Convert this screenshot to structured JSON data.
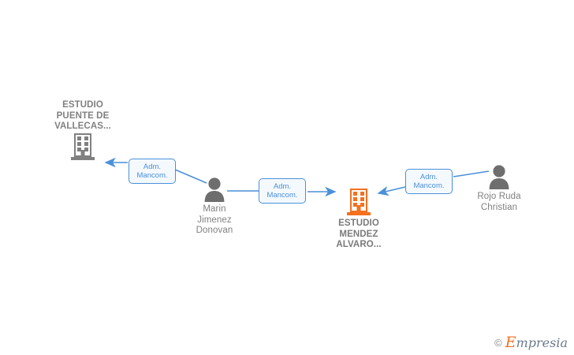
{
  "diagram": {
    "type": "corporate-relationship-graph",
    "background_color": "#ffffff",
    "accent_color": "#4a90d9",
    "focus_color": "#f4701f",
    "neutral_color": "#808080",
    "nodes": [
      {
        "id": "estudio-puente-vallecas",
        "kind": "company",
        "icon": "building-icon",
        "color": "#808080",
        "label": "ESTUDIO\nPUENTE DE\nVALLECAS..."
      },
      {
        "id": "marin-jimenez-donovan",
        "kind": "person",
        "icon": "person-icon",
        "color": "#808080",
        "label": "Marin\nJimenez\nDonovan"
      },
      {
        "id": "estudio-mendez-alvaro",
        "kind": "company",
        "icon": "building-icon",
        "color": "#f4701f",
        "label": "ESTUDIO\nMENDEZ\nALVARO..."
      },
      {
        "id": "rojo-ruda-christian",
        "kind": "person",
        "icon": "person-icon",
        "color": "#808080",
        "label": "Rojo Ruda\nChristian"
      }
    ],
    "edges": [
      {
        "id": "edge-1",
        "from": "marin-jimenez-donovan",
        "to": "estudio-puente-vallecas",
        "label": "Adm.\nMancom."
      },
      {
        "id": "edge-2",
        "from": "marin-jimenez-donovan",
        "to": "estudio-mendez-alvaro",
        "label": "Adm.\nMancom."
      },
      {
        "id": "edge-3",
        "from": "rojo-ruda-christian",
        "to": "estudio-mendez-alvaro",
        "label": "Adm.\nMancom."
      }
    ]
  },
  "watermark": {
    "copyright": "©",
    "brand_initial": "E",
    "brand_rest": "mpresia"
  }
}
